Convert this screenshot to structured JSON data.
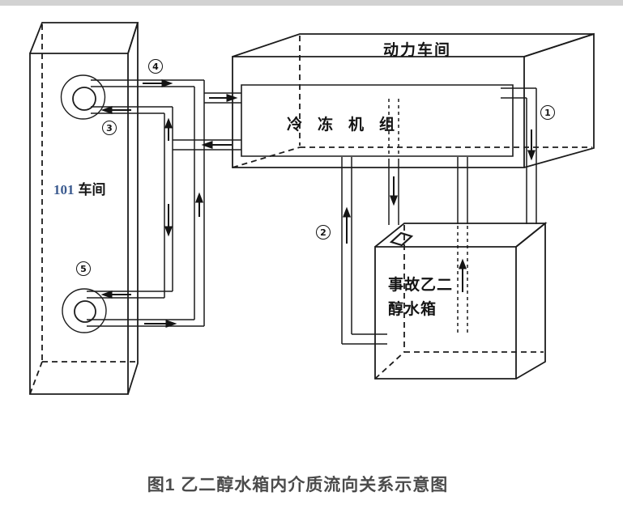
{
  "figure": {
    "caption": "图1 乙二醇水箱内介质流向关系示意图"
  },
  "labels": {
    "power_workshop": "动力车间",
    "chiller_unit": "冷冻机组",
    "workshop101_number": "101",
    "workshop101_name": "车间",
    "tank_name_line1": "事故乙二",
    "tank_name_line2": "醇水箱"
  },
  "flow_markers": [
    {
      "name": "marker-1",
      "label": "1"
    },
    {
      "name": "marker-2",
      "label": "2"
    },
    {
      "name": "marker-3",
      "label": "3"
    },
    {
      "name": "marker-4",
      "label": "4"
    },
    {
      "name": "marker-5",
      "label": "5"
    }
  ],
  "colors": {
    "line": "#1c1c1c",
    "caption_text": "#4b4b4b",
    "workshop101_number": "#3a5a8f",
    "top_strip": "#d2d2d2",
    "background": "#ffffff"
  }
}
